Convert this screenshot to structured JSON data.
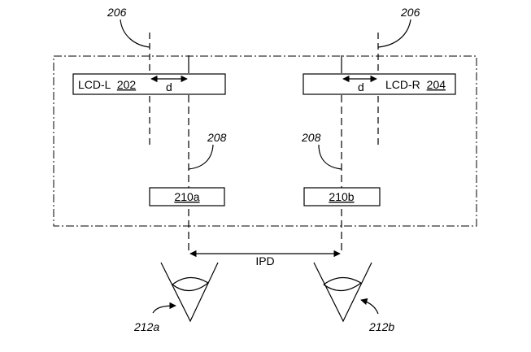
{
  "diagram": {
    "ref_left_axis": "206",
    "ref_right_axis": "206",
    "lcd_left": {
      "name": "LCD-L",
      "ref": "202"
    },
    "lcd_right": {
      "name": "LCD-R",
      "ref": "204"
    },
    "offset_left": "d",
    "offset_right": "d",
    "ref_left_optical_axis": "208",
    "ref_right_optical_axis": "208",
    "lens_left": "210a",
    "lens_right": "210b",
    "ipd_label": "IPD",
    "eye_left": "212a",
    "eye_right": "212b"
  }
}
